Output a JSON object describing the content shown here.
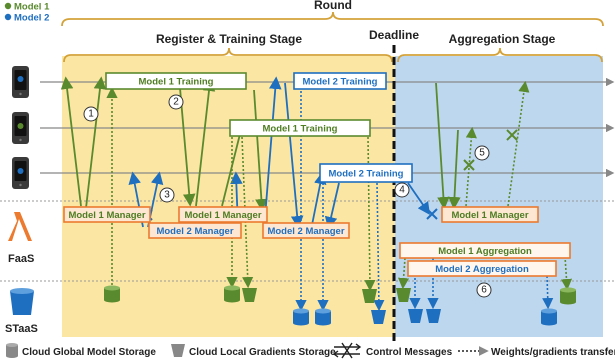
{
  "legend": {
    "model1": "Model 1",
    "model2": "Model 2"
  },
  "headers": {
    "round": "Round",
    "register_training": "Register & Training Stage",
    "deadline": "Deadline",
    "aggregation": "Aggregation Stage"
  },
  "rows": {
    "faas": "FaaS",
    "staas": "STaaS"
  },
  "boxes": {
    "m1_training": "Model 1 Training",
    "m2_training": "Model 2 Training",
    "m1_manager": "Model 1 Manager",
    "m2_manager": "Model 2 Manager",
    "m1_aggregation": "Model 1 Aggregation",
    "m2_aggregation": "Model 2 Aggregation"
  },
  "steps": [
    "1",
    "2",
    "3",
    "4",
    "5",
    "6"
  ],
  "bottom_legend": {
    "global_storage": "Cloud Global Model Storage",
    "local_storage": "Cloud Local Gradients Storage",
    "control": "Control Messages",
    "transfer": "Weights/gradients transfer"
  },
  "colors": {
    "model1": "#5a8a2e",
    "model2": "#1f6fc0",
    "manager": "#ec7a2f",
    "register_bg": "#fbe6a4",
    "aggregation_bg": "#bdd7ee"
  }
}
